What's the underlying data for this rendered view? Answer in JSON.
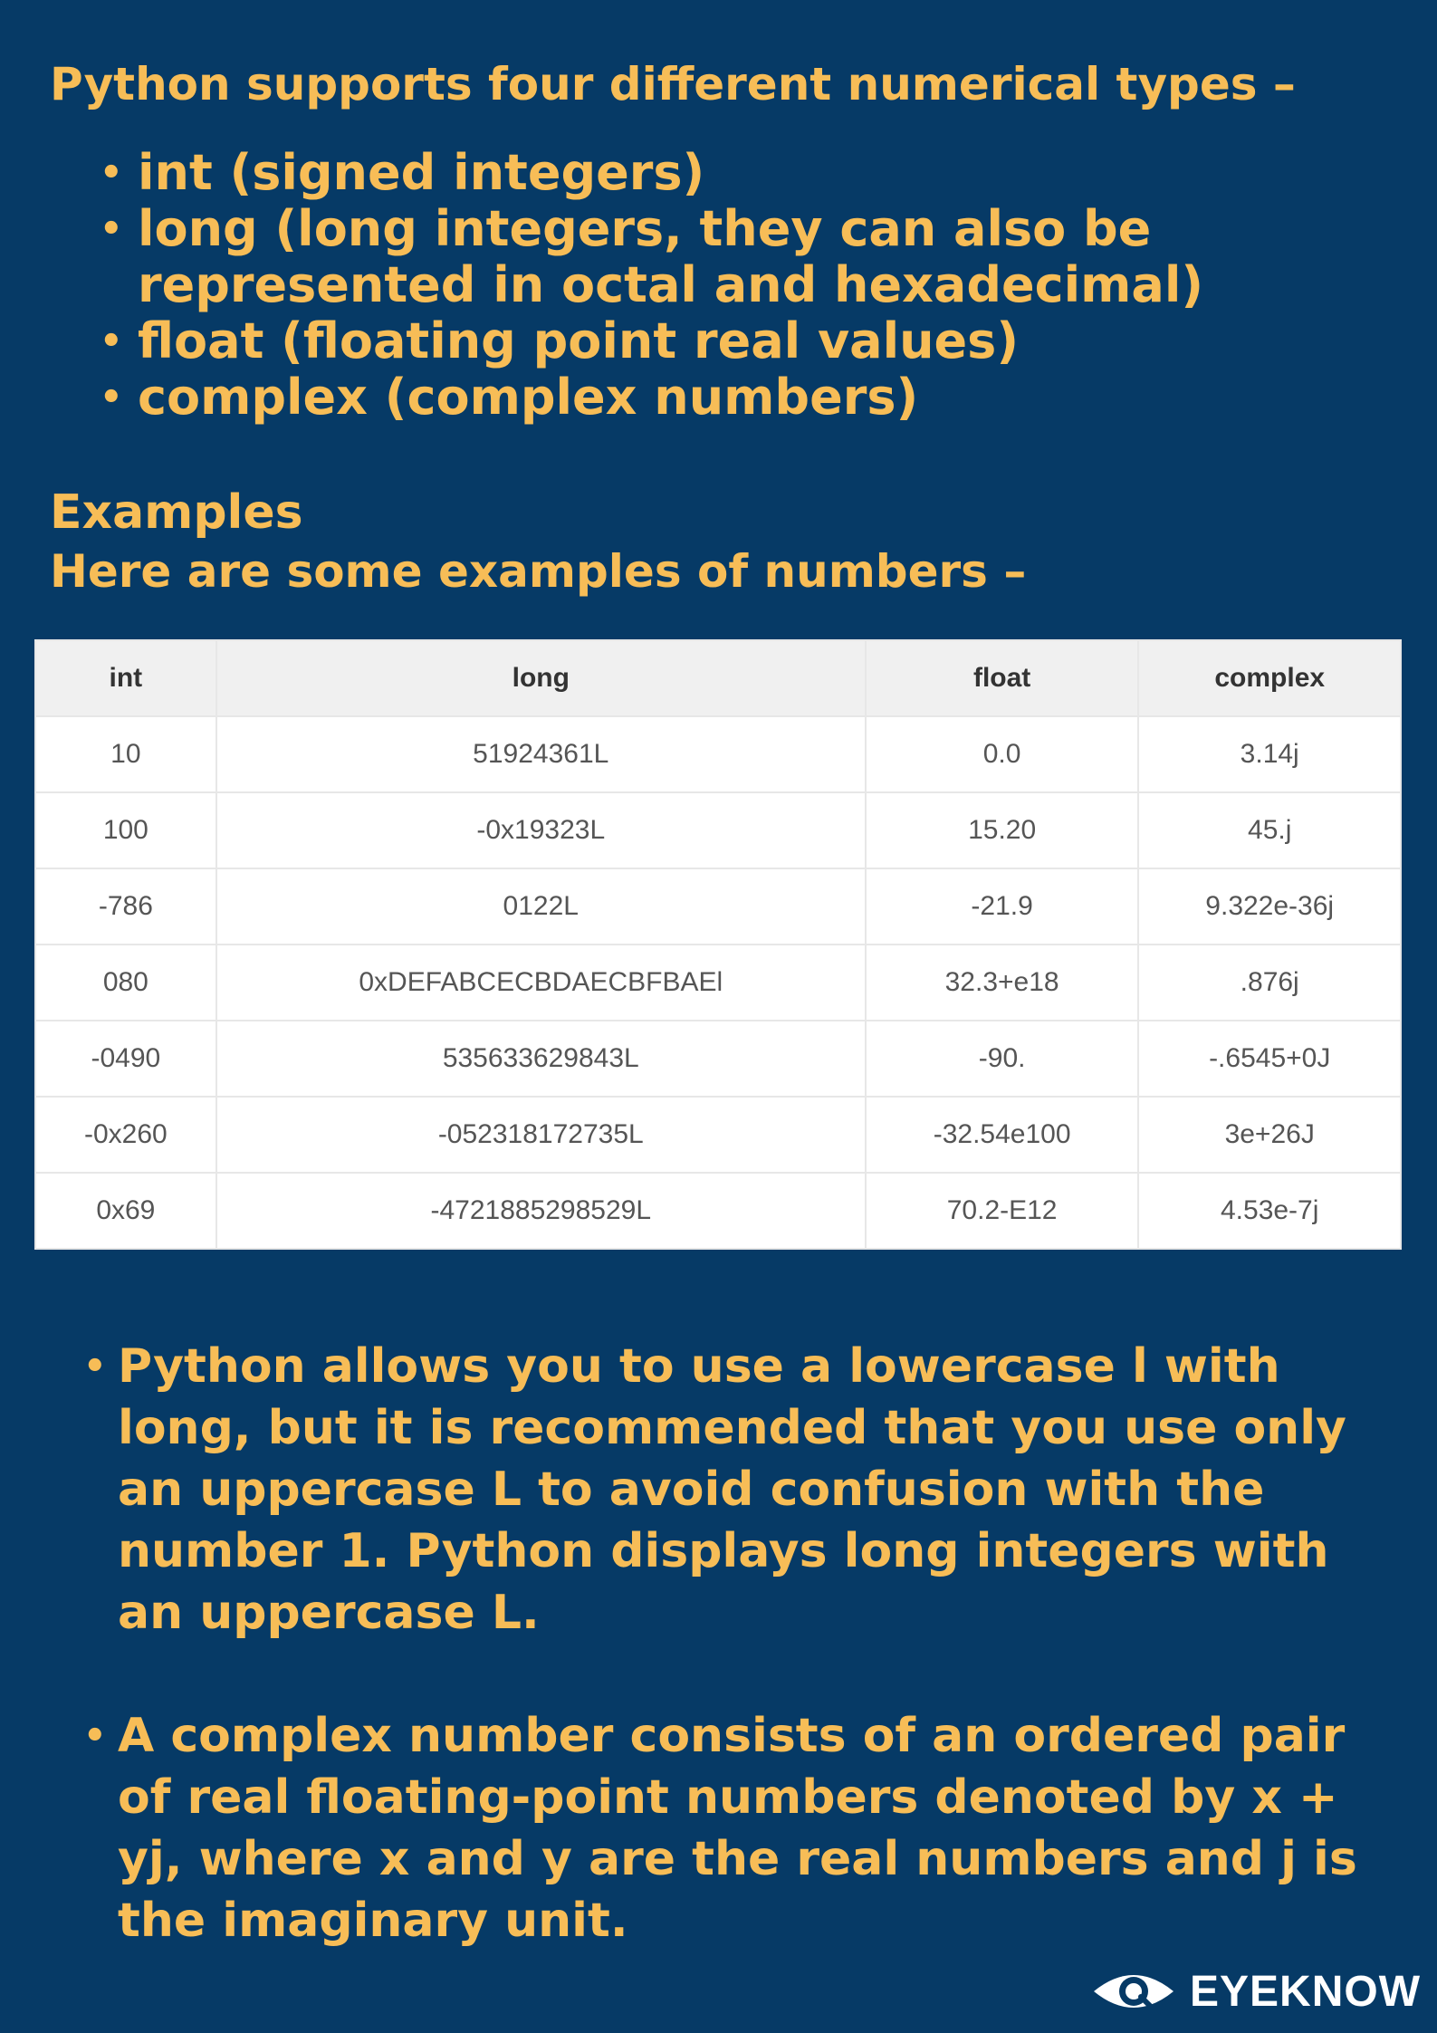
{
  "intro": "Python supports four different numerical types –",
  "types": [
    "int (signed integers)",
    "long (long integers, they can also be represented in octal and hexadecimal)",
    "float (floating point real values)",
    "complex (complex numbers)"
  ],
  "examples_title": "Examples",
  "examples_sub": "Here are some examples of numbers –",
  "table": {
    "headers": [
      "int",
      "long",
      "float",
      "complex"
    ],
    "rows": [
      [
        "10",
        "51924361L",
        "0.0",
        "3.14j"
      ],
      [
        "100",
        "-0x19323L",
        "15.20",
        "45.j"
      ],
      [
        "-786",
        "0122L",
        "-21.9",
        "9.322e-36j"
      ],
      [
        "080",
        "0xDEFABCECBDAECBFBAEl",
        "32.3+e18",
        ".876j"
      ],
      [
        "-0490",
        "535633629843L",
        "-90.",
        "-.6545+0J"
      ],
      [
        "-0x260",
        "-052318172735L",
        "-32.54e100",
        "3e+26J"
      ],
      [
        "0x69",
        "-4721885298529L",
        "70.2-E12",
        "4.53e-7j"
      ]
    ]
  },
  "notes": [
    "Python allows you to use a lowercase l with long, but it is recommended that you use only an uppercase L to avoid confusion with the number 1. Python displays long integers with an uppercase L.",
    "A complex number consists of an ordered pair of real floating-point numbers denoted by x + yj, where x and y are the real numbers and j is the imaginary unit."
  ],
  "brand": {
    "name": "EYEKNOW",
    "icon": "eye-icon"
  },
  "colors": {
    "background": "#063a66",
    "text_accent": "#f7bd57"
  }
}
